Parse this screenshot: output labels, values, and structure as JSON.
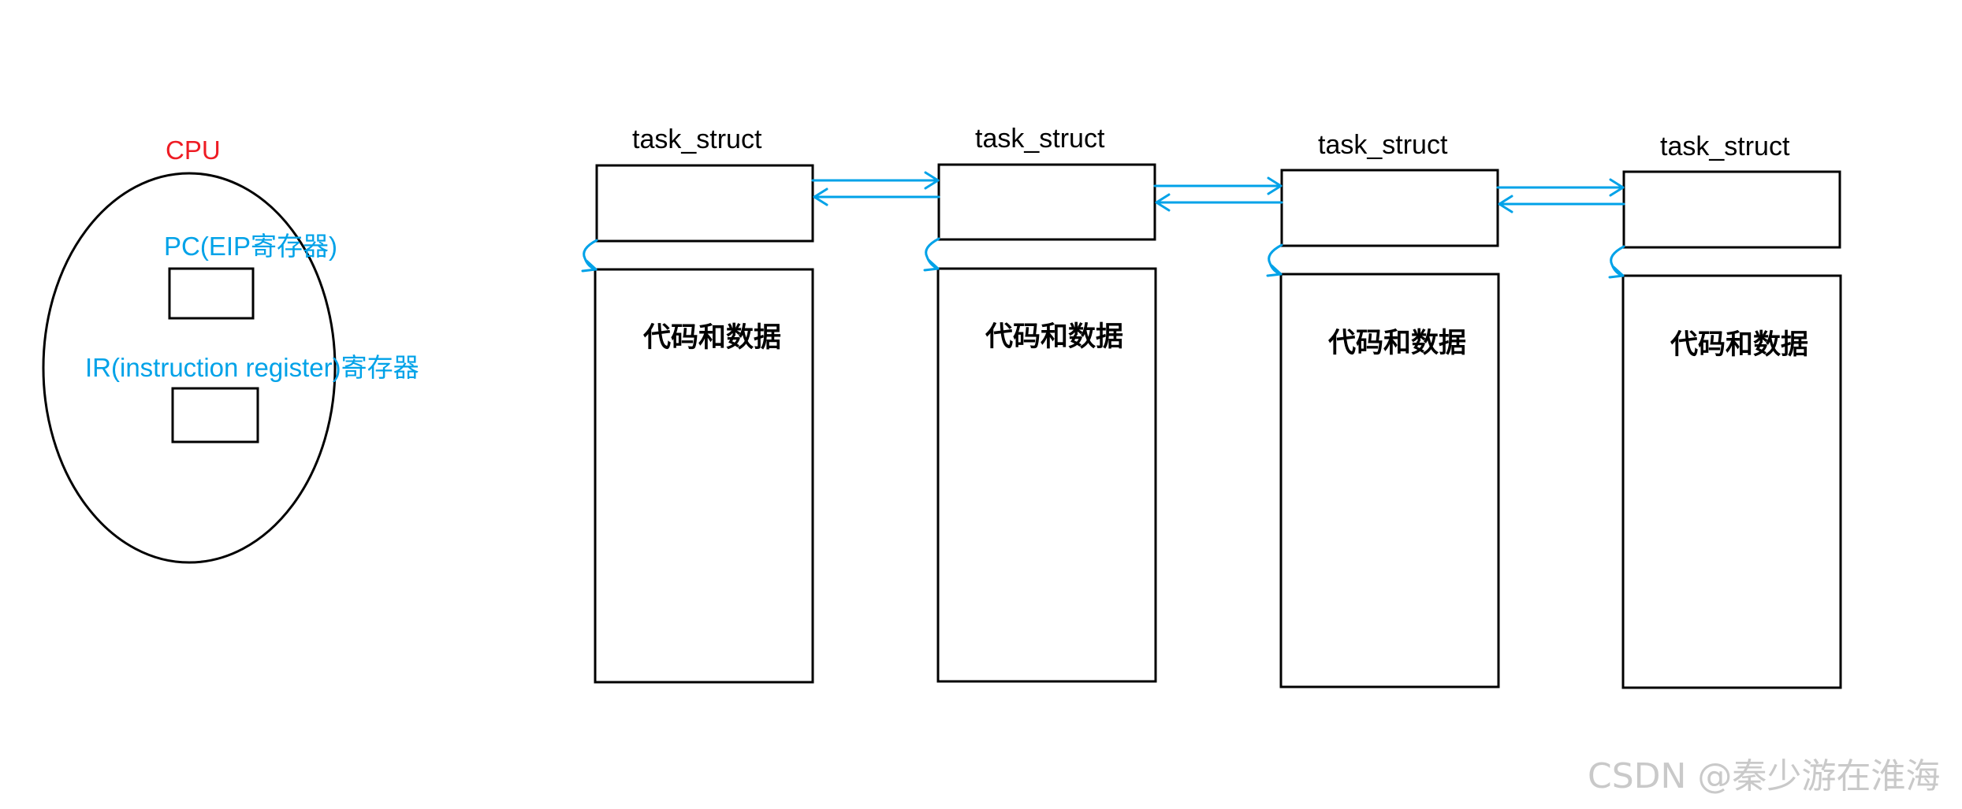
{
  "cpu": {
    "title": "CPU",
    "registers": [
      {
        "label": "PC(EIP寄存器)"
      },
      {
        "label": "IR(instruction register)寄存器"
      }
    ]
  },
  "processes": [
    {
      "header": "task_struct",
      "body": "代码和数据"
    },
    {
      "header": "task_struct",
      "body": "代码和数据"
    },
    {
      "header": "task_struct",
      "body": "代码和数据"
    },
    {
      "header": "task_struct",
      "body": "代码和数据"
    }
  ],
  "watermark": "CSDN @秦少游在淮海",
  "colors": {
    "cpu_title": "#ee1c24",
    "register_label": "#00a2e8",
    "link_arrows": "#00a2e8",
    "outline": "#000000"
  }
}
